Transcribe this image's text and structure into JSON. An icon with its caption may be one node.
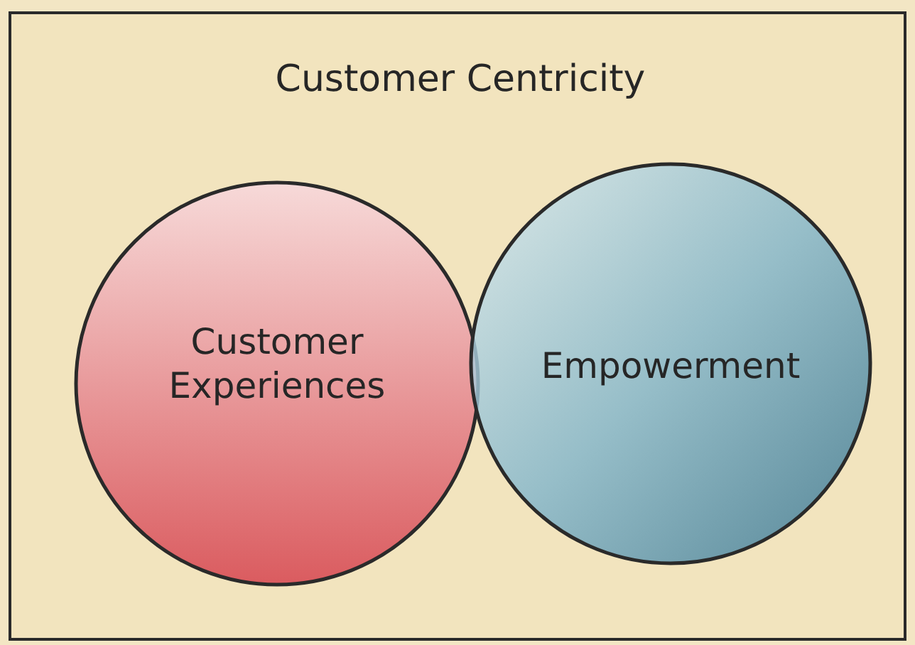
{
  "diagram": {
    "nodes": [
      {
        "text": [
          "Customer Centricity"
        ]
      },
      {
        "text": [
          "Customer Experiences"
        ],
        "in": 0
      },
      {
        "text": [
          "Empowerment"
        ],
        "in": 0
      }
    ]
  }
}
